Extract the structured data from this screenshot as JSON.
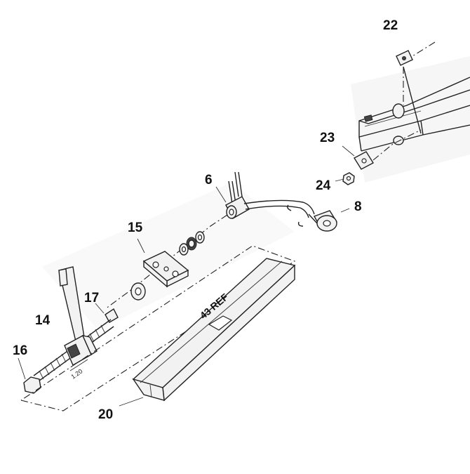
{
  "callouts": {
    "c22": "22",
    "c23": "23",
    "c24": "24",
    "c6": "6",
    "c8": "8",
    "c15": "15",
    "c17": "17",
    "c14": "14",
    "c16": "16",
    "c20": "20"
  },
  "annotations": {
    "ref43": "43 REF",
    "dimension": "1.20"
  }
}
